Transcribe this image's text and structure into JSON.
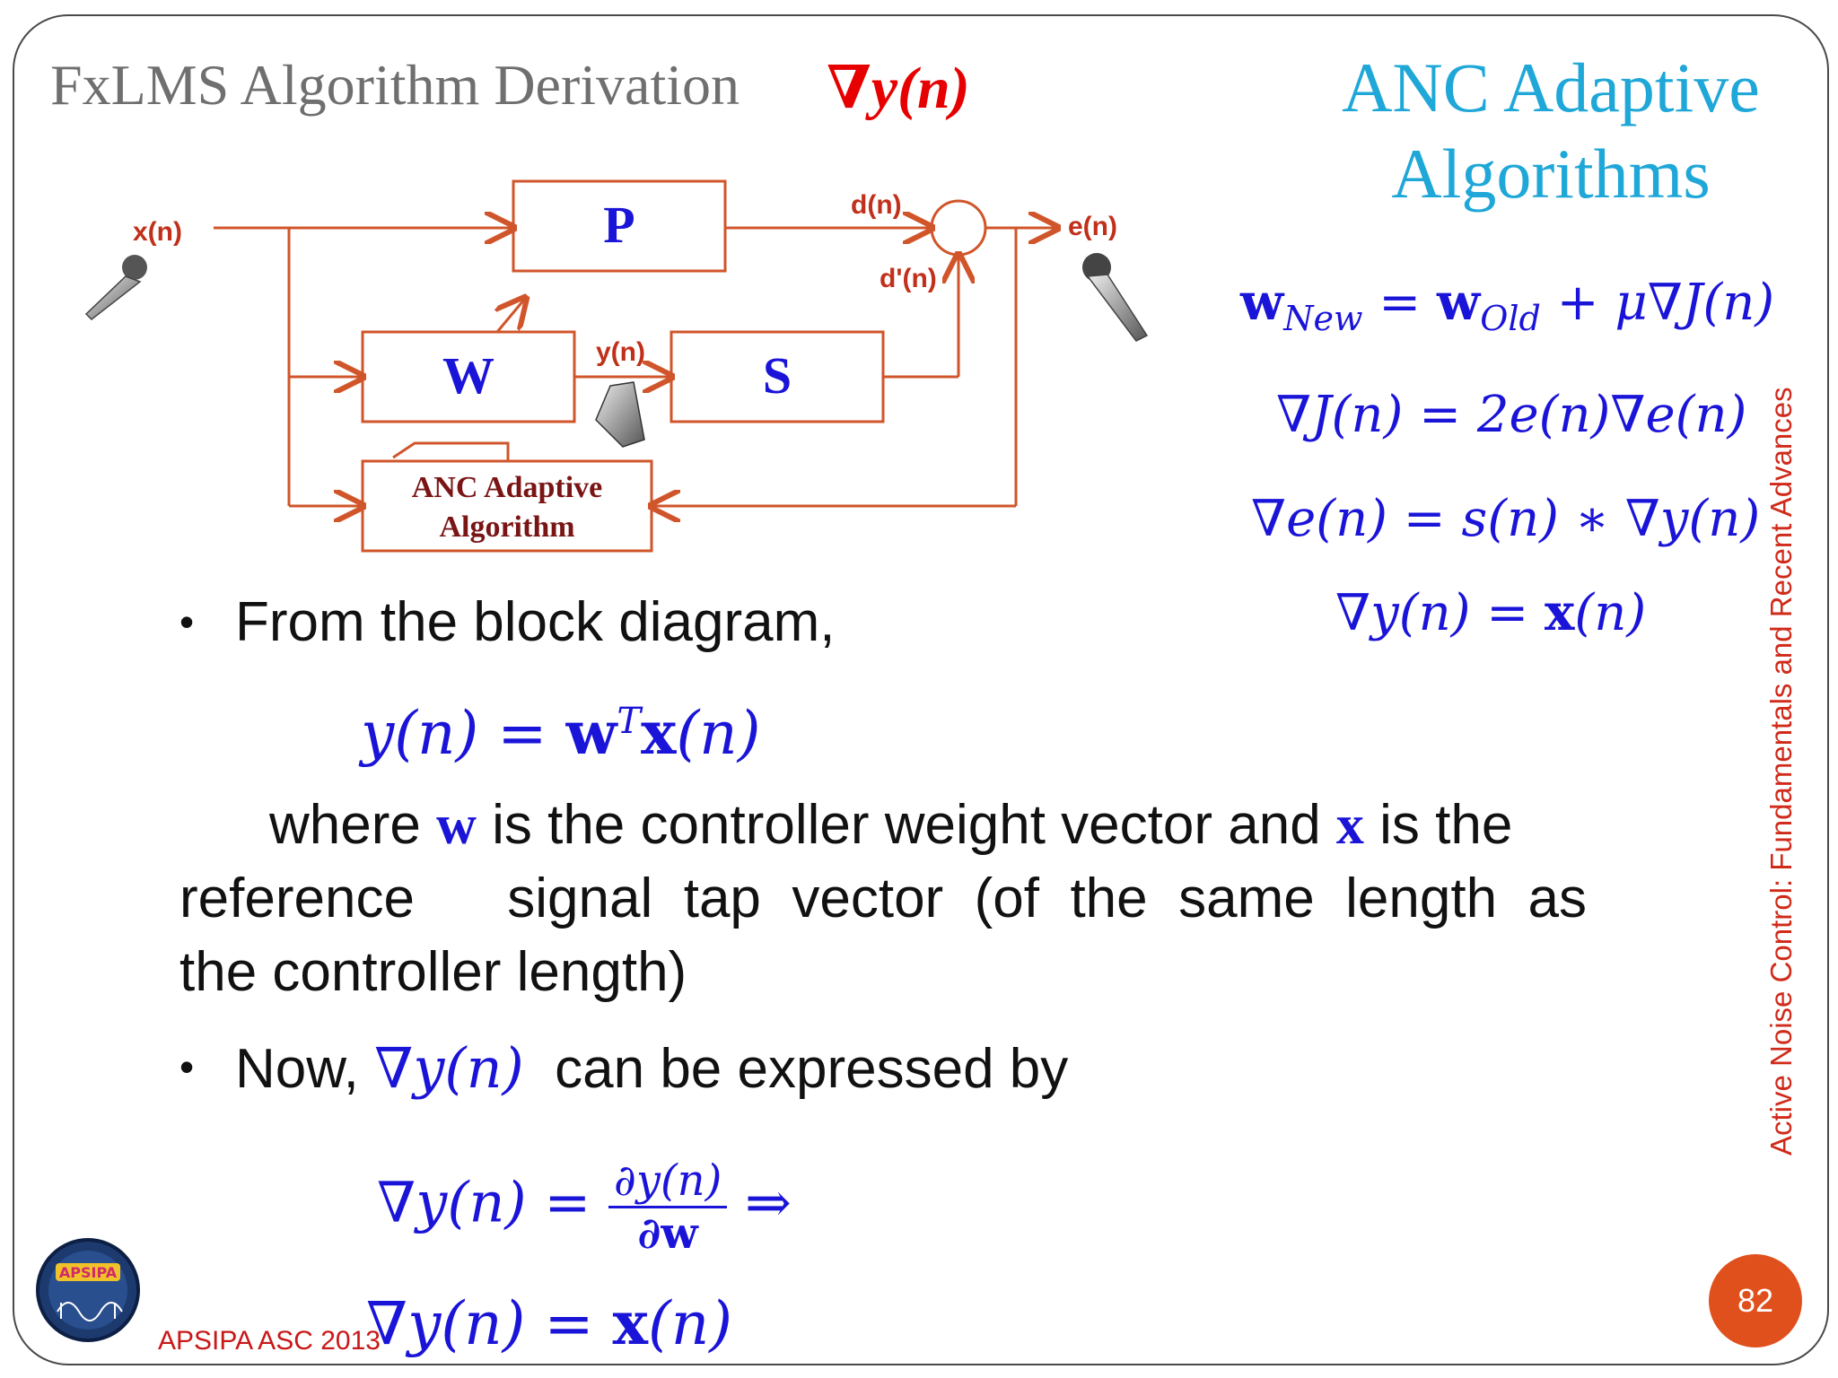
{
  "header": {
    "title": "FxLMS Algorithm Derivation",
    "title_symbol": "∇y(n)",
    "section": [
      "ANC Adaptive",
      "Algorithms"
    ]
  },
  "diagram": {
    "input": "x(n)",
    "desired": "d(n)",
    "error": "e(n)",
    "secondary_out": "d'(n)",
    "control_out": "y(n)",
    "block_p": "P",
    "block_w": "W",
    "block_s": "S",
    "algo_line1": "ANC Adaptive",
    "algo_line2": "Algorithm",
    "line_color": "#d0552a"
  },
  "equations": {
    "e1_lhs_main": "w",
    "e1_lhs_sub": "New",
    "e1_eq": " = ",
    "e1_rhs_main": "w",
    "e1_rhs_sub": "Old",
    "e1_rest": " + μ∇J(n)",
    "e2": "∇J(n) = 2e(n)∇e(n)",
    "e3": "∇e(n) = s(n) ∗ ∇y(n)",
    "e4_left": "∇y(n) = ",
    "e4_bold": "x",
    "e4_right": "(n)"
  },
  "body": {
    "bullet1": "From the block diagram,",
    "yeq_left": "y(n) = ",
    "yeq_w": "w",
    "yeq_sup": "T",
    "yeq_x": "x",
    "yeq_right": "(n)",
    "para_a": "where ",
    "para_w": "w",
    "para_b": " is the controller weight vector and ",
    "para_x": "x",
    "para_c": " is the",
    "para_line2": "reference      signal  tap  vector  (of  the  same  length  as",
    "para_line3": "the controller length)",
    "bullet2_a": "Now, ",
    "bullet2_sym": "∇y(n)",
    "bullet2_b": "  can be expressed by",
    "grad_lhs": "∇y(n) = ",
    "grad_num": "∂y(n)",
    "grad_den": "∂w",
    "grad_arrow": " ⇒",
    "final_left": "∇y(n) = ",
    "final_bold": "x",
    "final_right": "(n)"
  },
  "sidebar_text": "Active Noise Control: Fundamentals and Recent Advances",
  "footer": {
    "conference": "APSIPA ASC 2013",
    "page_number": "82",
    "logo_text": "APSIPA"
  },
  "colors": {
    "equation_blue": "#1a14d8",
    "title_red": "#e60000",
    "section_cyan": "#1fa7d8",
    "badge_orange": "#e0501c"
  }
}
